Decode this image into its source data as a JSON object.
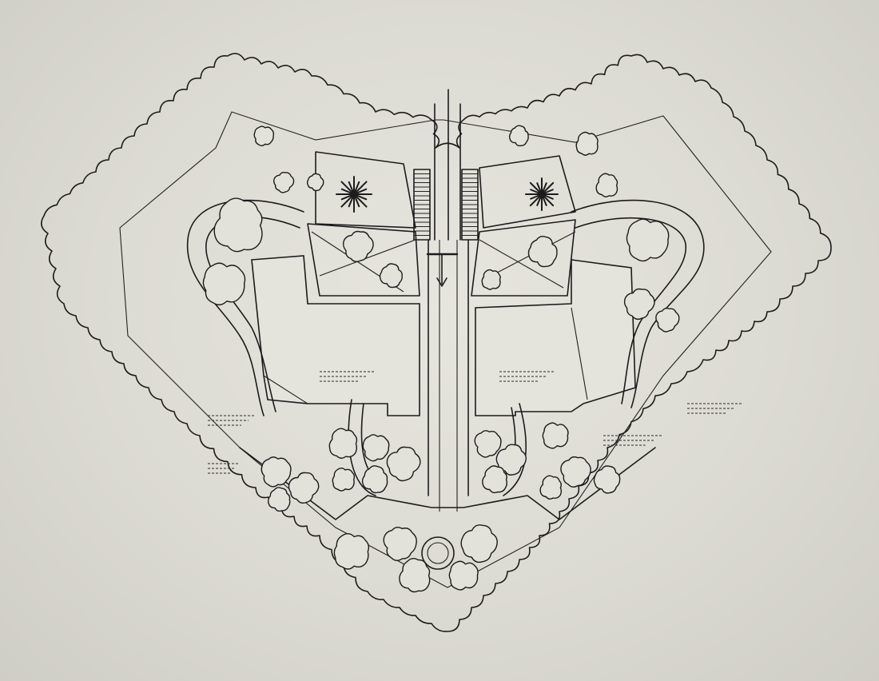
{
  "drawing": {
    "type": "site-plan-sketch",
    "palette": {
      "paper": "#dcdbd3",
      "ink": "#1c1c1c"
    },
    "elements": [
      "perimeter-tree-canopy",
      "central-walkway",
      "left-building",
      "right-building",
      "left-stair",
      "right-stair",
      "left-courtyard-star-tree",
      "right-courtyard-star-tree",
      "entrance-circle",
      "curved-path-left",
      "curved-path-right"
    ]
  }
}
